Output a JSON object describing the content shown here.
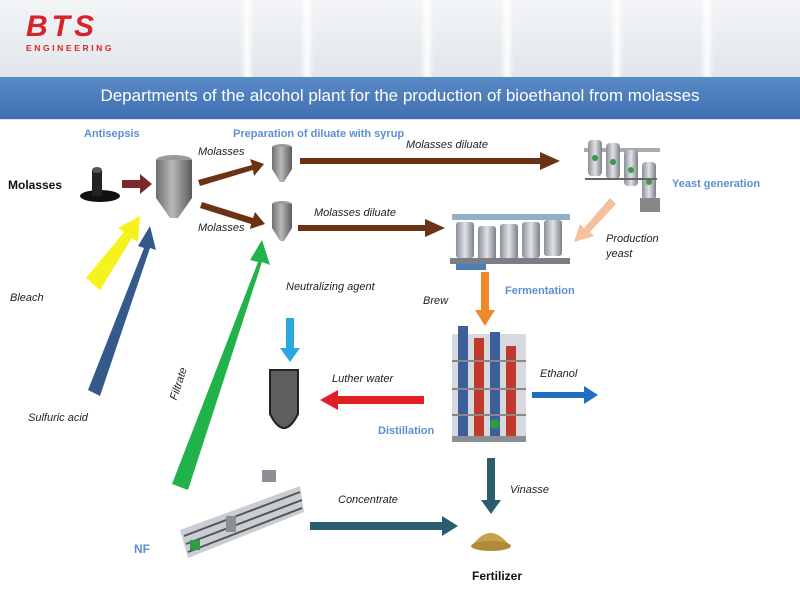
{
  "logo": {
    "name": "BTS",
    "tagline": "ENGINEERING"
  },
  "title": "Departments of the alcohol plant for the production of bioethanol from molasses",
  "labels": {
    "antisepsis": "Antisepsis",
    "preparation": "Preparation of diluate with syrup",
    "molasses_main": "Molasses",
    "molasses_top": "Molasses",
    "molasses_bottom": "Molasses",
    "molasses_diluate_top": "Molasses diluate",
    "molasses_diluate_bottom": "Molasses diluate",
    "yeast_generation": "Yeast generation",
    "production_yeast": "Production\nyeast",
    "bleach": "Bleach",
    "neutralizing_agent": "Neutralizing agent",
    "brew": "Brew",
    "fermentation": "Fermentation",
    "sulfuric_acid": "Sulfuric acid",
    "filtrate": "Filtrate",
    "luther_water": "Luther water",
    "ethanol": "Ethanol",
    "distillation": "Distillation",
    "vinasse": "Vinasse",
    "concentrate": "Concentrate",
    "nf": "NF",
    "fertilizer": "Fertilizer"
  },
  "colors": {
    "brown": "#6b3312",
    "dark_red": "#7a2a2a",
    "yellow": "#f6f21c",
    "navy": "#345a8c",
    "green": "#22b24a",
    "light_blue": "#29a8e0",
    "red": "#e31e24",
    "orange": "#f0882c",
    "peach": "#f4c19a",
    "teal": "#2a5d6e",
    "blue": "#1f6fc0"
  }
}
